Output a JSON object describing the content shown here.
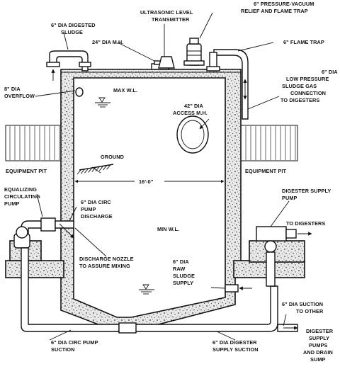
{
  "labels": {
    "digested_sludge": [
      "6\" DIA DIGESTED",
      "SLUDGE"
    ],
    "ultrasonic": [
      "ULTRASONIC LEVEL",
      "TRANSMITTER"
    ],
    "pressure_vacuum": [
      "6\" PRESSURE-VACUUM",
      "RELIEF AND FLAME TRAP"
    ],
    "manhole_24": "24\" DIA M.H.",
    "flame_trap": "6\" FLAME TRAP",
    "low_pressure_gas": [
      "6\" DIA",
      "LOW PRESSURE",
      "SLUDGE GAS",
      "CONNECTION",
      "TO DIGESTERS"
    ],
    "overflow": [
      "8\" DIA",
      "OVERFLOW"
    ],
    "max_wl": "MAX W.L.",
    "access_mh": [
      "42\" DIA",
      "ACCESS M.H."
    ],
    "ground": "GROUND",
    "equipment_pit_left": "EQUIPMENT PIT",
    "equipment_pit_right": "EQUIPMENT PIT",
    "dimension": "16'-0\"",
    "equalizing_pump": [
      "EQUALIZING",
      "CIRCULATING",
      "PUMP"
    ],
    "circ_pump_discharge": [
      "6\" DIA CIRC",
      "PUMP",
      "DISCHARGE"
    ],
    "digester_supply_pump": [
      "DIGESTER SUPPLY",
      "PUMP"
    ],
    "to_digesters": "TO DIGESTERS",
    "min_wl": "MIN W.L.",
    "discharge_nozzle": [
      "DISCHARGE NOZZLE",
      "TO ASSURE MIXING"
    ],
    "raw_sludge": [
      "6\" DIA",
      "RAW",
      "SLUDGE",
      "SUPPLY"
    ],
    "suction_to_other": [
      "6\" DIA SUCTION",
      "TO OTHER"
    ],
    "circ_pump_suction": [
      "6\" DIA CIRC PUMP",
      "SUCTION"
    ],
    "digester_supply_suction": [
      "6\" DIA DIGESTER",
      "SUPPLY SUCTION"
    ],
    "supply_pumps_drain": [
      "DIGESTER",
      "SUPPLY",
      "PUMPS",
      "AND DRAIN",
      "SUMP"
    ]
  }
}
